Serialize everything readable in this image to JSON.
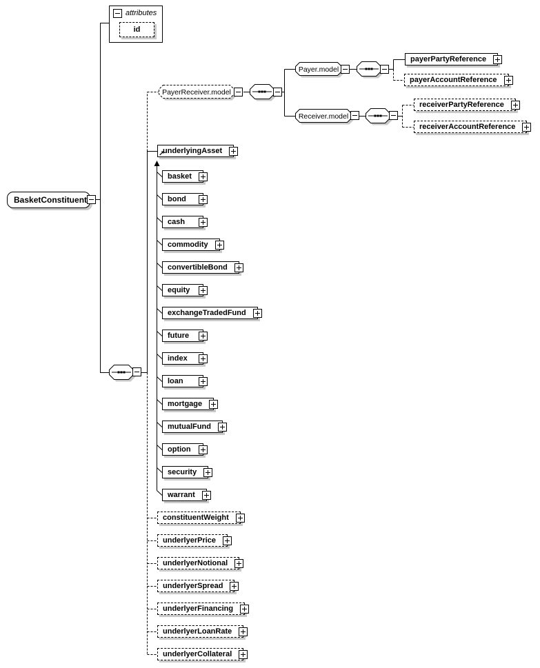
{
  "colors": {
    "node_border": "#000000",
    "node_fill": "#ffffff",
    "shadow": "#c9c9c9"
  },
  "icons": {
    "reference_arrow": "↗"
  },
  "root_element": {
    "label": "BasketConstituent"
  },
  "attributes_box": {
    "header_label": "attributes",
    "attributes": [
      {
        "label": "id",
        "optional": true
      }
    ]
  },
  "payer_receiver_group": {
    "label": "PayerReceiver.model",
    "optional": true,
    "payer_model": {
      "label": "Payer.model",
      "children": [
        {
          "label": "payerPartyReference",
          "optional": false
        },
        {
          "label": "payerAccountReference",
          "optional": true
        }
      ]
    },
    "receiver_model": {
      "label": "Receiver.model",
      "children": [
        {
          "label": "receiverPartyReference",
          "optional": true
        },
        {
          "label": "receiverAccountReference",
          "optional": true
        }
      ]
    }
  },
  "underlying_asset": {
    "label": "underlyingAsset",
    "substitution_members": [
      {
        "label": "basket"
      },
      {
        "label": "bond"
      },
      {
        "label": "cash"
      },
      {
        "label": "commodity"
      },
      {
        "label": "convertibleBond"
      },
      {
        "label": "equity"
      },
      {
        "label": "exchangeTradedFund"
      },
      {
        "label": "future"
      },
      {
        "label": "index"
      },
      {
        "label": "loan"
      },
      {
        "label": "mortgage"
      },
      {
        "label": "mutualFund"
      },
      {
        "label": "option"
      },
      {
        "label": "security"
      },
      {
        "label": "warrant"
      }
    ]
  },
  "optional_elements": [
    {
      "label": "constituentWeight"
    },
    {
      "label": "underlyerPrice"
    },
    {
      "label": "underlyerNotional"
    },
    {
      "label": "underlyerSpread"
    },
    {
      "label": "underlyerFinancing"
    },
    {
      "label": "underlyerLoanRate"
    },
    {
      "label": "underlyerCollateral"
    }
  ]
}
